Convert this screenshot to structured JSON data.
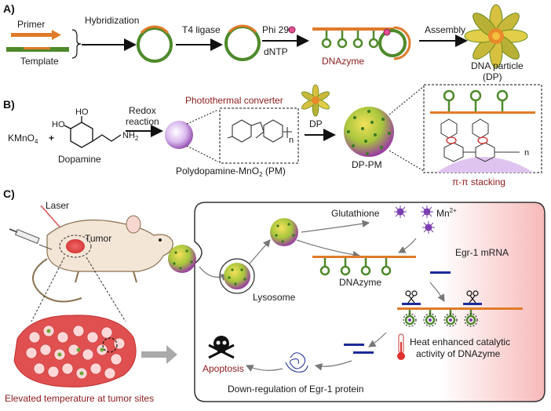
{
  "panels": {
    "a": {
      "label": "A)",
      "primer": "Primer",
      "template": "Template",
      "step1": "Hybridization",
      "step2": "T4 ligase",
      "step3_top": "Phi 29",
      "step3_bottom": "dNTP",
      "dnazyme": "DNAzyme",
      "step4": "Assembly",
      "particle_line1": "DNA particle",
      "particle_line2": "(DP)"
    },
    "b": {
      "label": "B)",
      "kmno_main": "KMnO",
      "kmno_sub": "4",
      "plus": "+",
      "dopamine": "Dopamine",
      "ho1": "HO",
      "ho2": "HO",
      "nh2": "NH",
      "nh2_sub": "2",
      "redox1": "Redox",
      "redox2": "reaction",
      "photothermal": "Photothermal converter",
      "pm_label": "Polydopamine-MnO",
      "pm_sub": "2",
      "pm_tail": " (PM)",
      "n": "n",
      "n2": "n",
      "dp": "DP",
      "dppm": "DP-PM",
      "stacking": "π-π stacking"
    },
    "c": {
      "label": "C)",
      "laser": "Laser",
      "tumor": "Tumor",
      "glutathione": "Glutathione",
      "mn_main": "Mn",
      "mn_sup": "2+",
      "dnazyme": "DNAzyme",
      "egr_mrna": "Egr-1 mRNA",
      "lysosome": "Lysosome",
      "heat1": "Heat enhanced catalytic",
      "heat2": "activity of DNAzyme",
      "apoptosis": "Apoptosis",
      "downreg": "Down-regulation of Egr-1 protein",
      "elevated": "Elevated temperature at tumor sites"
    }
  },
  "colors": {
    "green": "#4e8a2b",
    "orange": "#e07b2a",
    "purple": "#8e44ad",
    "dark_red": "#8b1a1a",
    "mn_purple": "#7a3fb0"
  }
}
